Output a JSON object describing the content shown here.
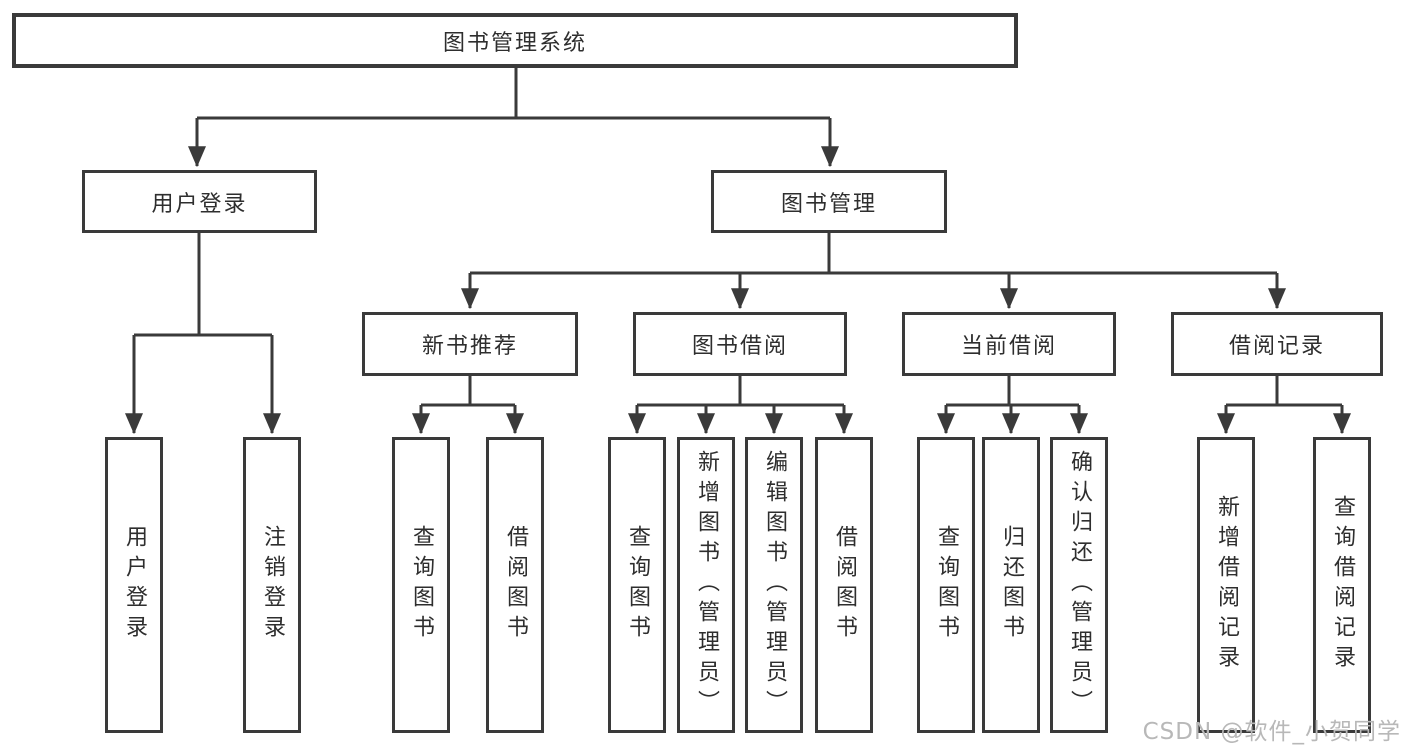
{
  "colors": {
    "line": "#3a3a3a",
    "box_border": "#3a3a3a",
    "box_background": "#ffffff",
    "text": "#2e2e2e",
    "watermark": "#b8b8b8"
  },
  "diagram": {
    "type": "tree",
    "root": "图书管理系统",
    "branches": [
      {
        "label": "用户登录",
        "children": [
          "用户登录",
          "注销登录"
        ]
      },
      {
        "label": "图书管理",
        "children": [
          {
            "label": "新书推荐",
            "children": [
              "查询图书",
              "借阅图书"
            ]
          },
          {
            "label": "图书借阅",
            "children": [
              "查询图书",
              "新增图书（管理员）",
              "编辑图书（管理员）",
              "借阅图书"
            ]
          },
          {
            "label": "当前借阅",
            "children": [
              "查询图书",
              "归还图书",
              "确认归还（管理员）"
            ]
          },
          {
            "label": "借阅记录",
            "children": [
              "新增借阅记录",
              "查询借阅记录"
            ]
          }
        ]
      }
    ]
  },
  "watermark": {
    "text": "CSDN @软件_小贺同学"
  }
}
